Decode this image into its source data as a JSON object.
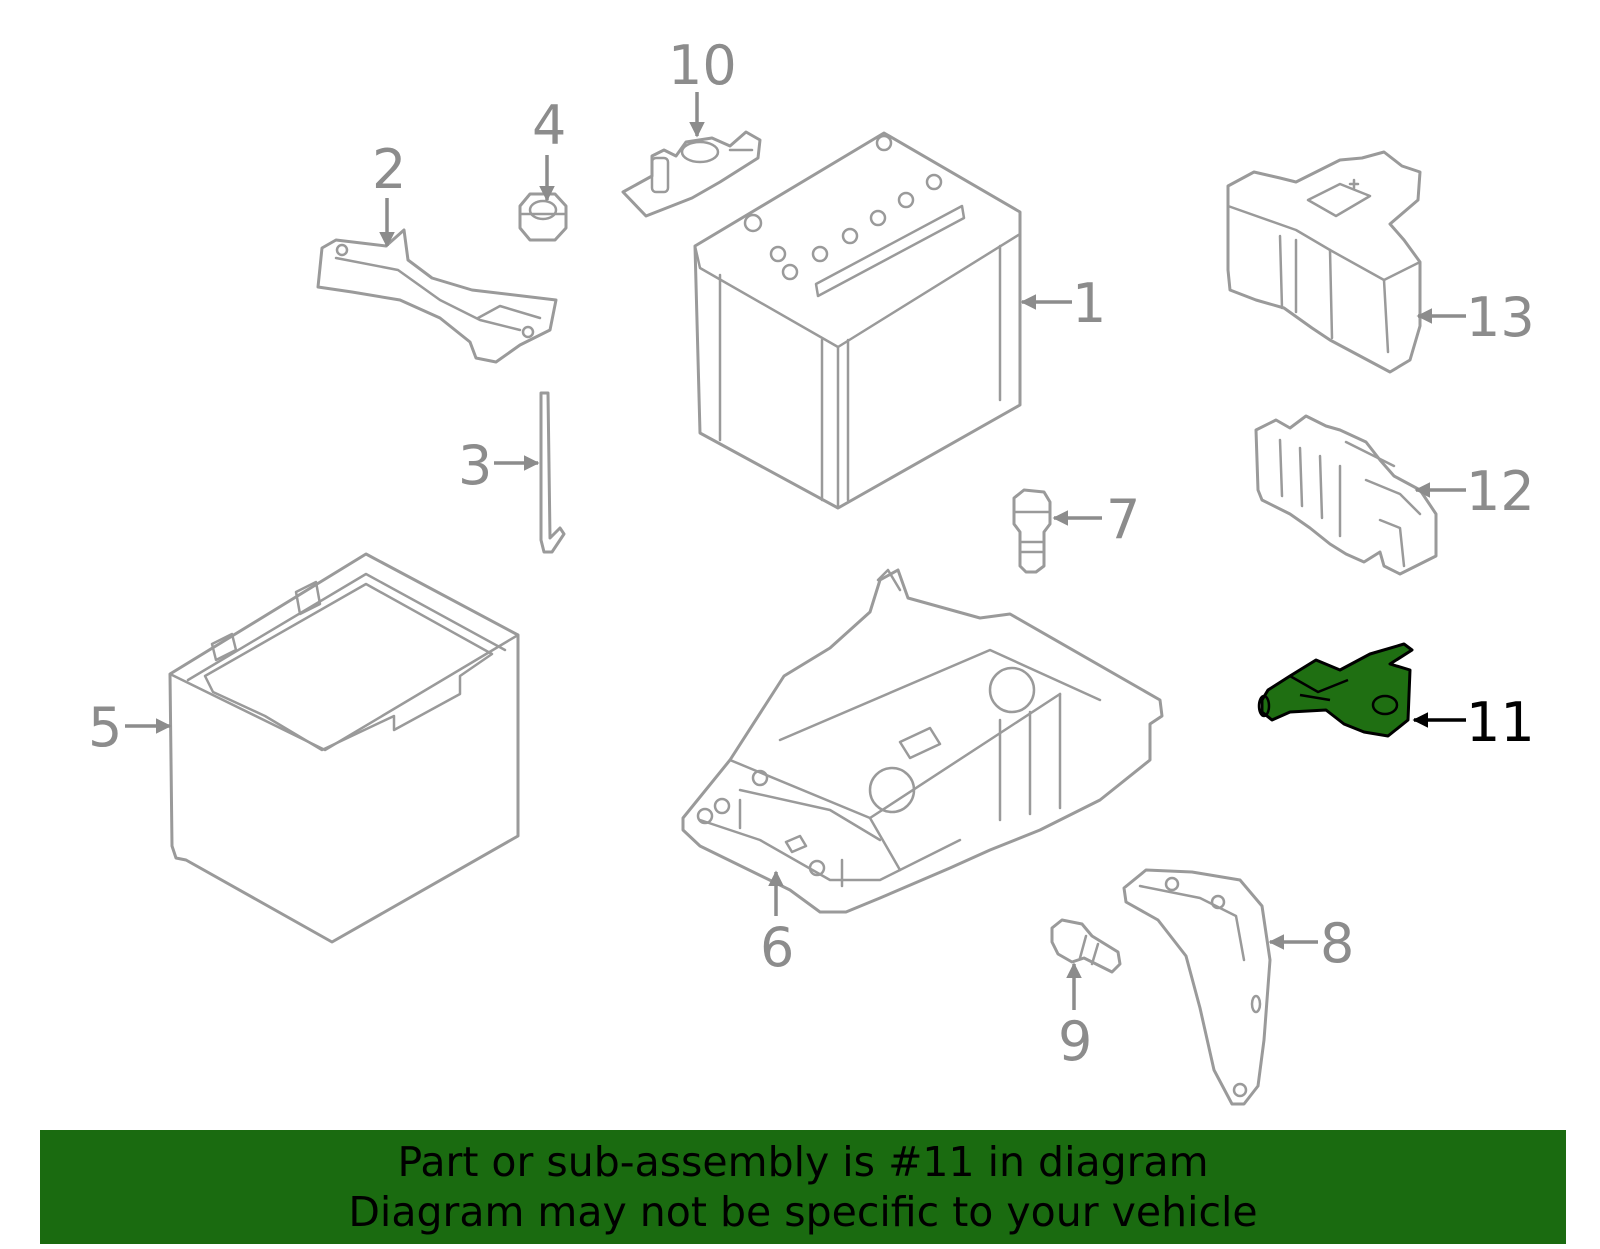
{
  "highlight_color": "#1a6b10",
  "highlighted_part": "11",
  "callouts": {
    "c1": "1",
    "c2": "2",
    "c3": "3",
    "c4": "4",
    "c5": "5",
    "c6": "6",
    "c7": "7",
    "c8": "8",
    "c9": "9",
    "c10": "10",
    "c11": "11",
    "c12": "12",
    "c13": "13"
  },
  "banner": {
    "line1": "Part or sub-assembly is #11 in diagram",
    "line2": "Diagram may not be specific to your vehicle"
  }
}
